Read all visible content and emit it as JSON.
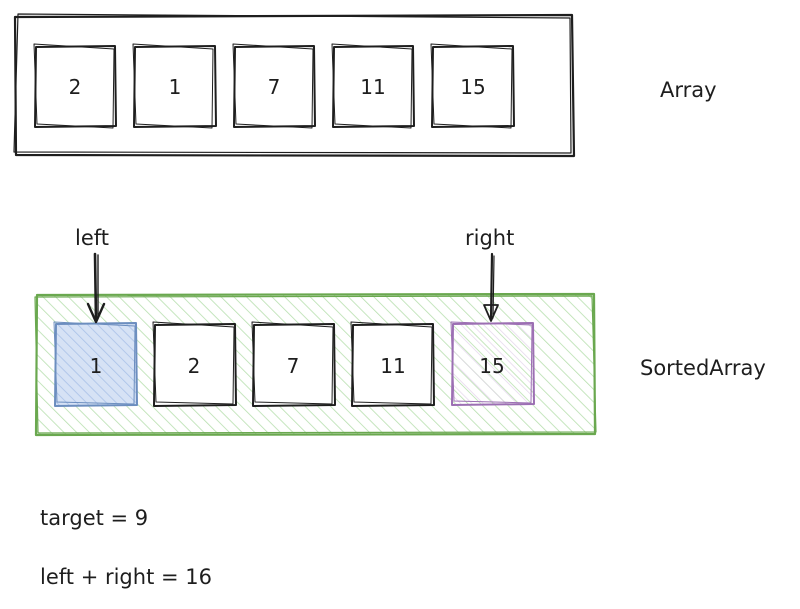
{
  "array": {
    "label": "Array",
    "values": [
      "2",
      "1",
      "7",
      "11",
      "15"
    ]
  },
  "sorted_array": {
    "label": "SortedArray",
    "values": [
      "1",
      "2",
      "7",
      "11",
      "15"
    ],
    "left_pointer_label": "left",
    "right_pointer_label": "right"
  },
  "notes": {
    "target": "target = 9",
    "sum": "left + right = 16"
  },
  "colors": {
    "stroke": "#1e1e1e",
    "container_green": "#6aa84f",
    "hatch_green": "#b7dfae",
    "left_cell_fill": "#c9d9f2",
    "left_cell_stroke": "#6c8ebf",
    "right_cell_fill": "#efe6f4",
    "right_cell_stroke": "#9c6fb3"
  }
}
